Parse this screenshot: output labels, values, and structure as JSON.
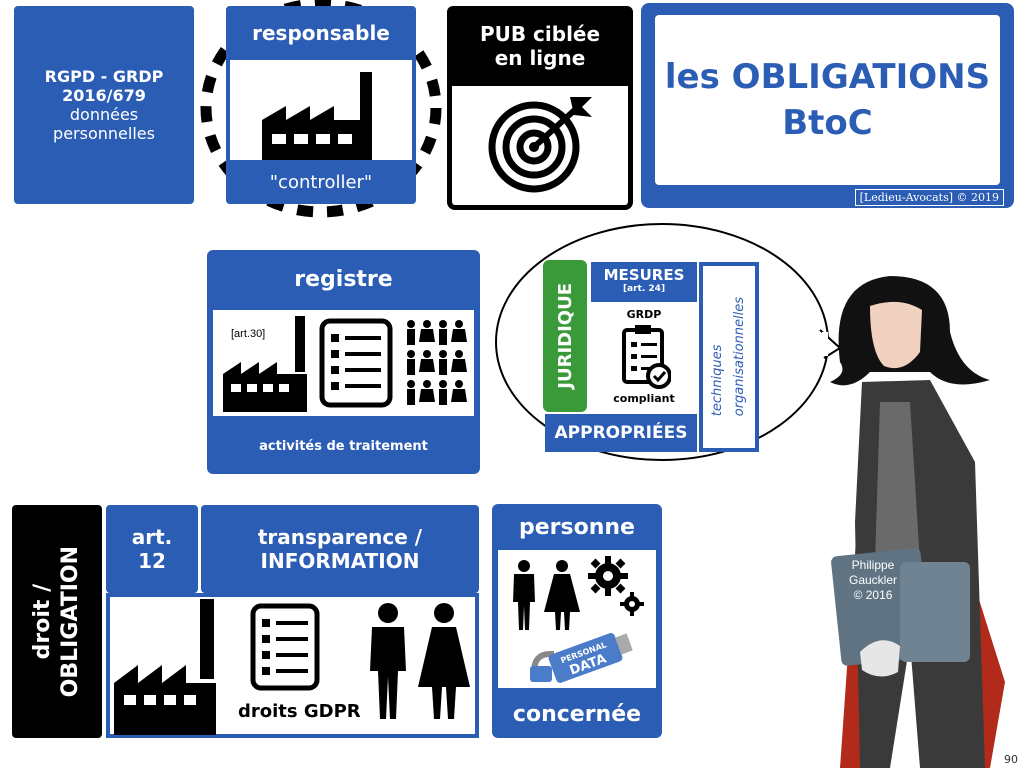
{
  "rgpd_box": {
    "line1": "RGPD - GRDP",
    "line2": "2016/679",
    "line3": "données",
    "line4": "personnelles"
  },
  "responsable": {
    "title": "responsable",
    "subtitle": "\"controller\""
  },
  "pub": {
    "line1": "PUB ciblée",
    "line2": "en ligne"
  },
  "obligations": {
    "line1": "les OBLIGATIONS",
    "line2": "BtoC",
    "credit": "[Ledieu-Avocats] © 2019"
  },
  "registre": {
    "title": "registre",
    "ref": "[art.30]",
    "footer": "activités de traitement"
  },
  "bubble": {
    "juridique": "JURIDIQUE",
    "mesures": "MESURES",
    "art": "[art. 24]",
    "grdp": "GRDP",
    "compliant": "compliant",
    "appropriees": "APPROPRIÉES",
    "techniques": "techniques",
    "organisationnelles": "organisationnelles"
  },
  "droit": {
    "line1": "droit /",
    "line2": "OBLIGATION"
  },
  "art12": {
    "line1": "art.",
    "line2": "12"
  },
  "transparence": {
    "line1": "transparence /",
    "line2": "INFORMATION",
    "caption": "droits GDPR"
  },
  "personne": {
    "title": "personne",
    "footer": "concernée",
    "tag1": "PERSONAL",
    "tag2": "DATA"
  },
  "illustration_credit": {
    "line1": "Philippe",
    "line2": "Gauckler",
    "line3": "© 2016"
  },
  "page_number": "90",
  "colors": {
    "brand_blue": "#2c5db5",
    "green": "#3a9a3a",
    "black": "#000000"
  }
}
